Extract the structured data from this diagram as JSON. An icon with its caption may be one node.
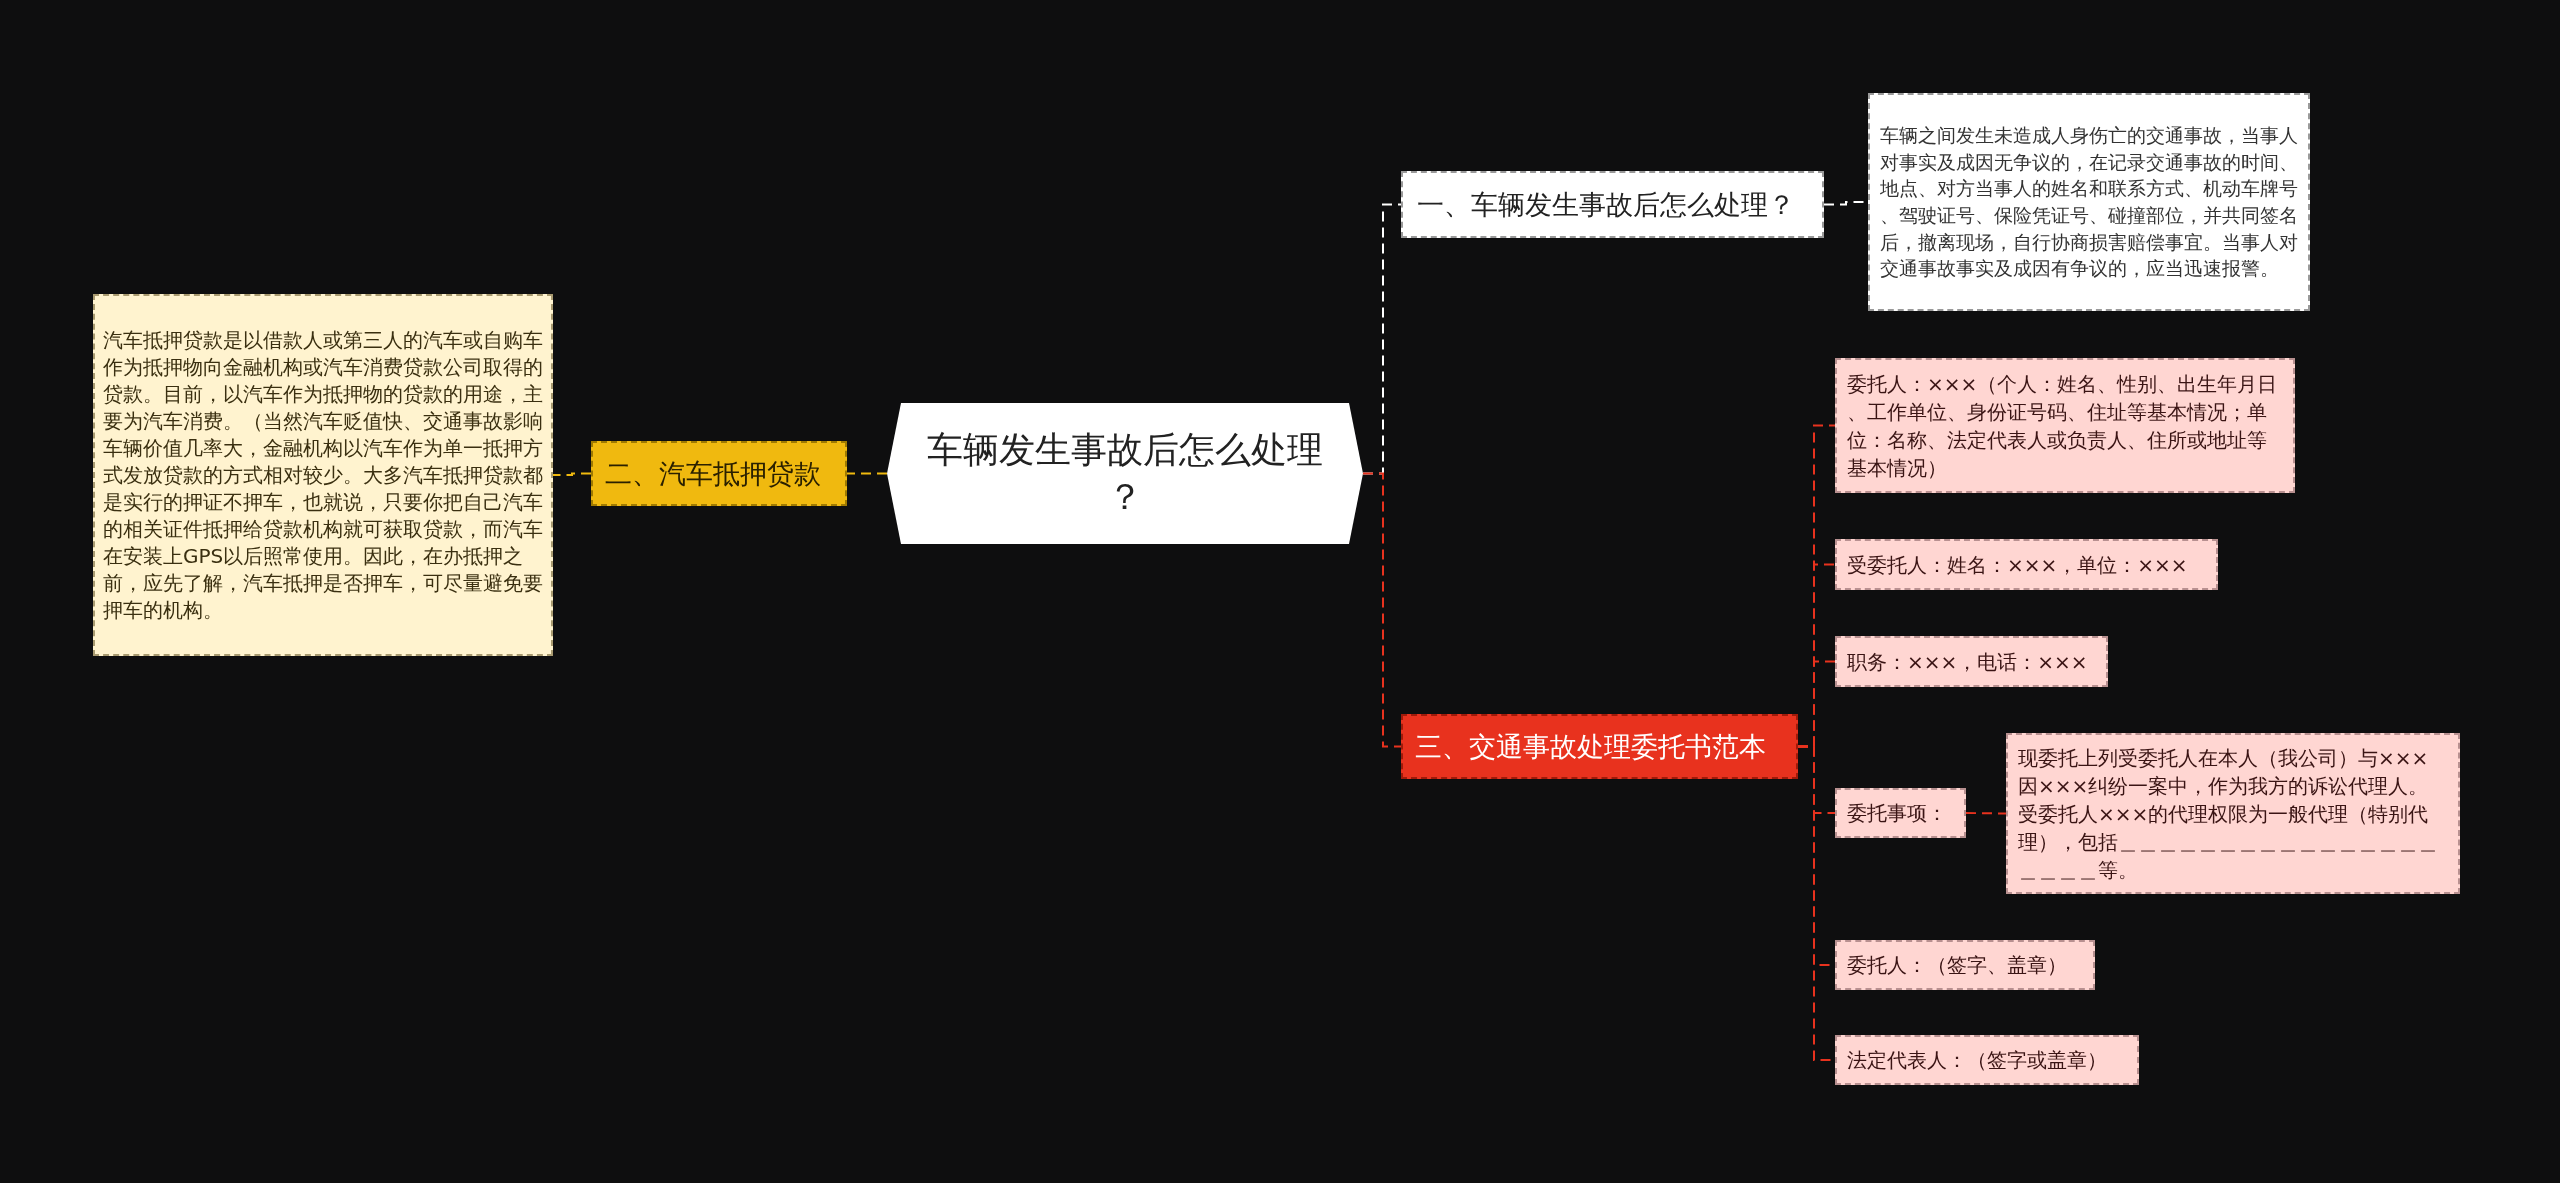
{
  "diagram": {
    "nodes": [
      {
        "text": [
          "车辆发生事故后怎么处理？"
        ]
      },
      {
        "text": [
          "一、车辆发生事故后怎么处理？"
        ]
      },
      {
        "text": [
          "车辆之间发生未造成人身伤亡的交通事故，当事人对事实及成因无争议的，在记录交通事故的时间、地点、对方当事人的姓名和联系方式、机动车牌号、驾驶证号、保险凭证号、碰撞部位，并共同签名后，撤离现场，自行协商损害赔偿事宜。当事人对交通事故事实及成因有争议的，应当迅速报警。"
        ]
      },
      {
        "text": [
          "二、汽车抵押贷款"
        ]
      },
      {
        "text": [
          "汽车抵押贷款是以借款人或第三人的汽车或自购车作为抵押物向金融机构或汽车消费贷款公司取得的贷款。目前，以汽车作为抵押物的贷款的用途，主要为汽车消费。（当然汽车贬值快、交通事故影响车辆价值几率大，金融机构以汽车作为单一抵押方式发放贷款的方式相对较少。大多汽车抵押贷款都是实行的押证不押车，也就说，只要你把自己汽车的相关证件抵押给贷款机构就可获取贷款，而汽车在安装上GPS以后照常使用。因此，在办抵押之前，应先了解，汽车抵押是否押车，可尽量避免要押车的机构。"
        ]
      },
      {
        "text": [
          "三、交通事故处理委托书范本"
        ]
      },
      {
        "text": [
          "委托人：×××（个人：姓名、性别、出生年月日、工作单位、身份证号码、住址等基本情况；单位：名称、法定代表人或负责人、住所或地址等基本情况）"
        ]
      },
      {
        "text": [
          "受委托人：姓名：×××，单位：×××"
        ]
      },
      {
        "text": [
          "职务：×××，电话：×××"
        ]
      },
      {
        "text": [
          "委托事项："
        ]
      },
      {
        "text": [
          "现委托上列受委托人在本人（我公司）与×××因×××纠纷一案中，作为我方的诉讼代理人。受委托人×××的代理权限为一般代理（特别代理），包括＿＿＿＿＿＿＿＿＿＿＿＿＿＿＿＿＿＿＿＿等。"
        ]
      },
      {
        "text": [
          "委托人：（签字、盖章）"
        ]
      },
      {
        "text": [
          "法定代表人：（签字或盖章）"
        ]
      }
    ],
    "edges": [
      {
        "from": 0,
        "to": 1,
        "arrow": "none",
        "style": "dashed",
        "color": "#ffffff"
      },
      {
        "from": 1,
        "to": 2,
        "arrow": "none",
        "style": "dashed",
        "color": "#ffffff"
      },
      {
        "from": 0,
        "to": 3,
        "arrow": "none",
        "style": "dashed",
        "color": "#f0b90f"
      },
      {
        "from": 3,
        "to": 4,
        "arrow": "none",
        "style": "dashed",
        "color": "#f0b90f"
      },
      {
        "from": 0,
        "to": 5,
        "arrow": "none",
        "style": "dashed",
        "color": "#e8321e"
      },
      {
        "from": 5,
        "to": 6,
        "arrow": "none",
        "style": "dashed",
        "color": "#e8321e"
      },
      {
        "from": 5,
        "to": 7,
        "arrow": "none",
        "style": "dashed",
        "color": "#e8321e"
      },
      {
        "from": 5,
        "to": 8,
        "arrow": "none",
        "style": "dashed",
        "color": "#e8321e"
      },
      {
        "from": 5,
        "to": 9,
        "arrow": "none",
        "style": "dashed",
        "color": "#e8321e"
      },
      {
        "from": 9,
        "to": 10,
        "arrow": "none",
        "style": "dashed",
        "color": "#e8321e"
      },
      {
        "from": 5,
        "to": 11,
        "arrow": "none",
        "style": "dashed",
        "color": "#e8321e"
      },
      {
        "from": 5,
        "to": 12,
        "arrow": "none",
        "style": "dashed",
        "color": "#e8321e"
      }
    ]
  }
}
